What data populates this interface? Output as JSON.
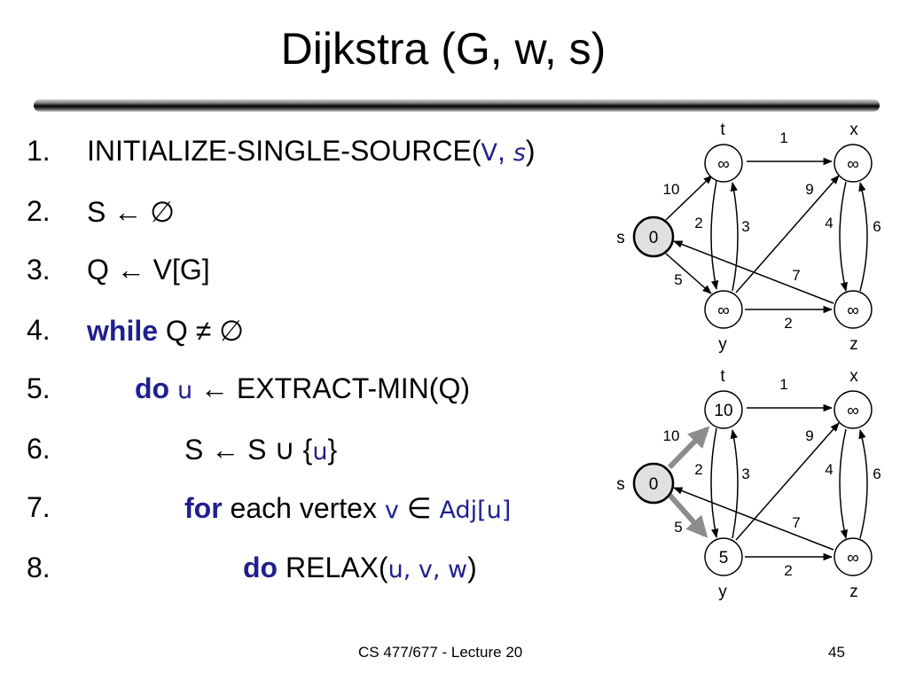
{
  "slide": {
    "title": "Dijkstra (G, w, s)",
    "footer_left": "CS 477/677 - Lecture 20",
    "page_number": "45"
  },
  "algorithm": {
    "lines": [
      {
        "num": "1.",
        "parts": [
          "INITIALIZE-SINGLE-SOURCE(",
          "V",
          ", ",
          "s",
          ")"
        ]
      },
      {
        "num": "2.",
        "parts": [
          "S ←  ∅"
        ]
      },
      {
        "num": "3.",
        "parts": [
          "Q ← V[G]"
        ]
      },
      {
        "num": "4.",
        "keyword": "while",
        "parts": [
          " Q ≠ ∅"
        ]
      },
      {
        "num": "5.",
        "keyword": "do",
        "parts": [
          " ",
          "u",
          " ← EXTRACT-MIN(Q)"
        ]
      },
      {
        "num": "6.",
        "parts": [
          "S ← S ∪ {",
          "u",
          "}"
        ]
      },
      {
        "num": "7.",
        "keyword": "for",
        "parts": [
          " each vertex ",
          "v",
          " ∈ ",
          "Adj[u]"
        ]
      },
      {
        "num": "8.",
        "keyword": "do",
        "parts": [
          " RELAX(",
          "u, v, w",
          ")"
        ]
      }
    ]
  },
  "graphs": [
    {
      "nodes": {
        "t": "∞",
        "x": "∞",
        "s": "0",
        "y": "∞",
        "z": "∞"
      },
      "node_labels": {
        "t": "t",
        "x": "x",
        "s": "s",
        "y": "y",
        "z": "z"
      },
      "edge_weights": {
        "t_x": "1",
        "s_t": "10",
        "y_x": "9",
        "t_y": "2",
        "y_t": "3",
        "x_z": "4",
        "z_x": "6",
        "s_y": "5",
        "z_s": "7",
        "y_z": "2"
      }
    },
    {
      "nodes": {
        "t": "10",
        "x": "∞",
        "s": "0",
        "y": "5",
        "z": "∞"
      },
      "node_labels": {
        "t": "t",
        "x": "x",
        "s": "s",
        "y": "y",
        "z": "z"
      },
      "edge_weights": {
        "t_x": "1",
        "s_t": "10",
        "y_x": "9",
        "t_y": "2",
        "y_t": "3",
        "x_z": "4",
        "z_x": "6",
        "s_y": "5",
        "z_s": "7",
        "y_z": "2"
      },
      "highlighted_edges": [
        "s_t",
        "s_y"
      ]
    }
  ],
  "colors": {
    "keyword": "#1f1f8f",
    "highlight_edge": "#8c8c8c",
    "source_node_fill": "#e0e0e0"
  }
}
